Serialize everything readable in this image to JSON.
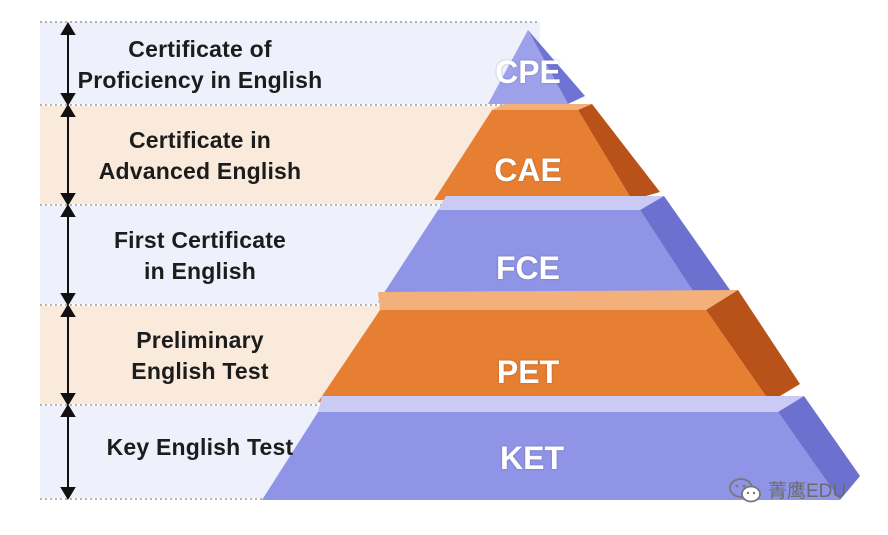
{
  "colors": {
    "band_blue": "#eef0fb",
    "band_peach": "#f9eadb",
    "pyramid_blue": "#8d92e6",
    "pyramid_blue_light": "#b9bcf2",
    "pyramid_orange": "#e57a2e",
    "pyramid_orange_dark": "#c2561a",
    "divider": "#9a9a9a"
  },
  "levels": [
    {
      "label_lines": [
        "Certificate of",
        "Proficiency in English"
      ],
      "code": "CPE"
    },
    {
      "label_lines": [
        "Certificate in",
        "Advanced English"
      ],
      "code": "CAE"
    },
    {
      "label_lines": [
        "First Certificate",
        "in English"
      ],
      "code": "FCE"
    },
    {
      "label_lines": [
        "Preliminary",
        "English Test"
      ],
      "code": "PET"
    },
    {
      "label_lines": [
        "Key English Test"
      ],
      "code": "KET"
    }
  ],
  "watermark": {
    "text": "菁鹰EDU",
    "icon": "wechat-icon"
  }
}
